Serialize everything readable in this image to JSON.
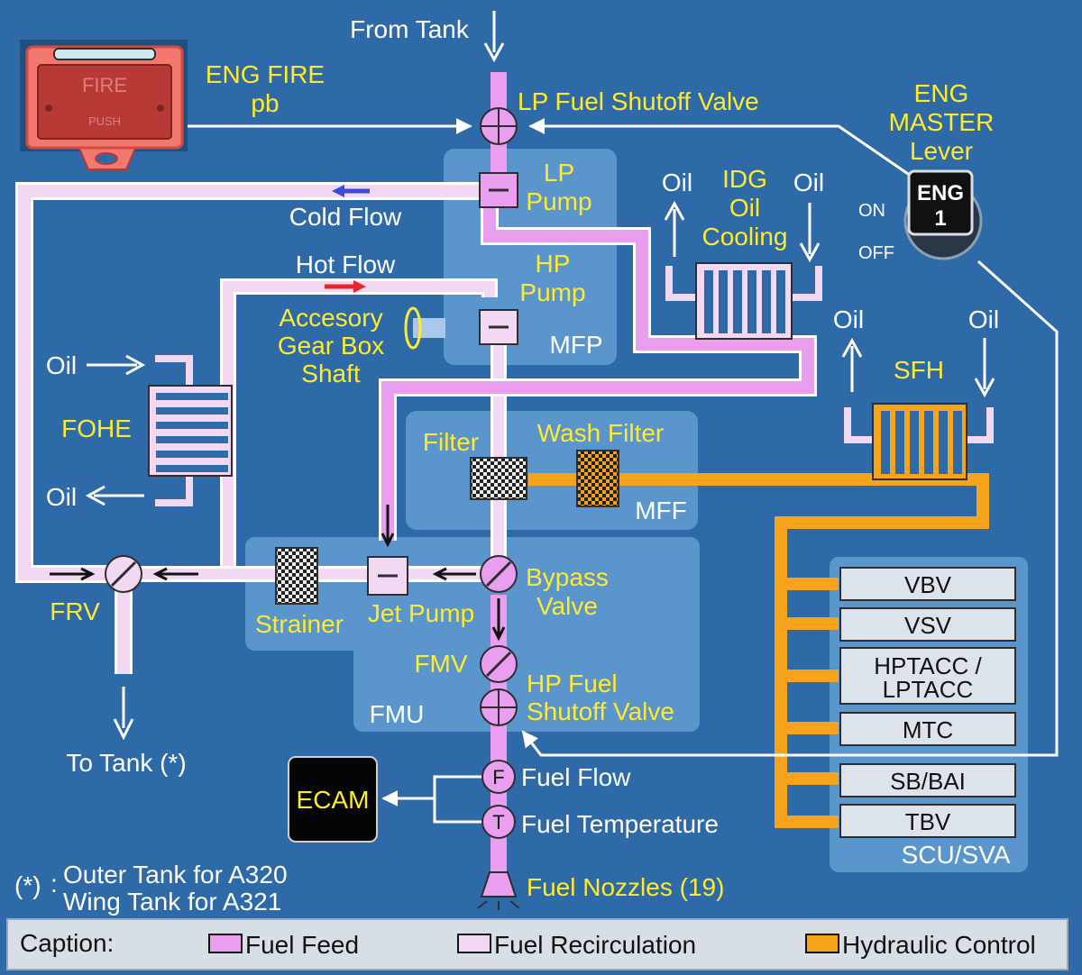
{
  "labels": {
    "from_tank": "From Tank",
    "eng_fire": "ENG FIRE",
    "eng_fire_pb": "pb",
    "fire_button_text": "FIRE",
    "fire_button_push": "PUSH",
    "lp_valve": "LP Fuel Shutoff Valve",
    "eng_master_1": "ENG",
    "eng_master_2": "MASTER",
    "eng_master_3": "Lever",
    "switch_on": "ON",
    "switch_off": "OFF",
    "switch_eng": "ENG",
    "switch_num": "1",
    "lp_pump_1": "LP",
    "lp_pump_2": "Pump",
    "cold_flow": "Cold Flow",
    "hot_flow": "Hot Flow",
    "hp_pump_1": "HP",
    "hp_pump_2": "Pump",
    "mfp": "MFP",
    "agb_1": "Accesory",
    "agb_2": "Gear Box",
    "agb_3": "Shaft",
    "idg_1": "IDG",
    "idg_2": "Oil",
    "idg_3": "Cooling",
    "oil": "Oil",
    "fohe": "FOHE",
    "sfh": "SFH",
    "filter": "Filter",
    "wash_filter": "Wash Filter",
    "mff": "MFF",
    "frv": "FRV",
    "strainer": "Strainer",
    "jet_pump": "Jet Pump",
    "bypass_1": "Bypass",
    "bypass_2": "Valve",
    "fmv": "FMV",
    "fmu": "FMU",
    "hp_valve_1": "HP Fuel",
    "hp_valve_2": "Shutoff Valve",
    "to_tank": "To Tank (*)",
    "ecam": "ECAM",
    "fuel_flow": "Fuel Flow",
    "fuel_temp": "Fuel Temperature",
    "sensor_f": "F",
    "sensor_t": "T",
    "nozzles": "Fuel Nozzles (19)",
    "footnote_mark": "(*)",
    "footnote_colon": ":",
    "footnote_1": "Outer Tank for A320",
    "footnote_2": "Wing Tank for A321",
    "scu_sva": "SCU/SVA"
  },
  "scu_items": [
    "VBV",
    "VSV",
    "HPTACC /",
    "LPTACC",
    "MTC",
    "SB/BAI",
    "TBV"
  ],
  "caption": {
    "title": "Caption:",
    "fuel_feed": "Fuel Feed",
    "fuel_recirculation": "Fuel Recirculation",
    "hydraulic_control": "Hydraulic Control"
  },
  "colors": {
    "background": "#2e6aa8",
    "fuel_feed": "#e99ef0",
    "fuel_recirculation": "#f2d8f2",
    "hydraulic_control": "#f7a41c",
    "label_yellow": "#ffeb2e",
    "panel": "#5a95cc"
  }
}
